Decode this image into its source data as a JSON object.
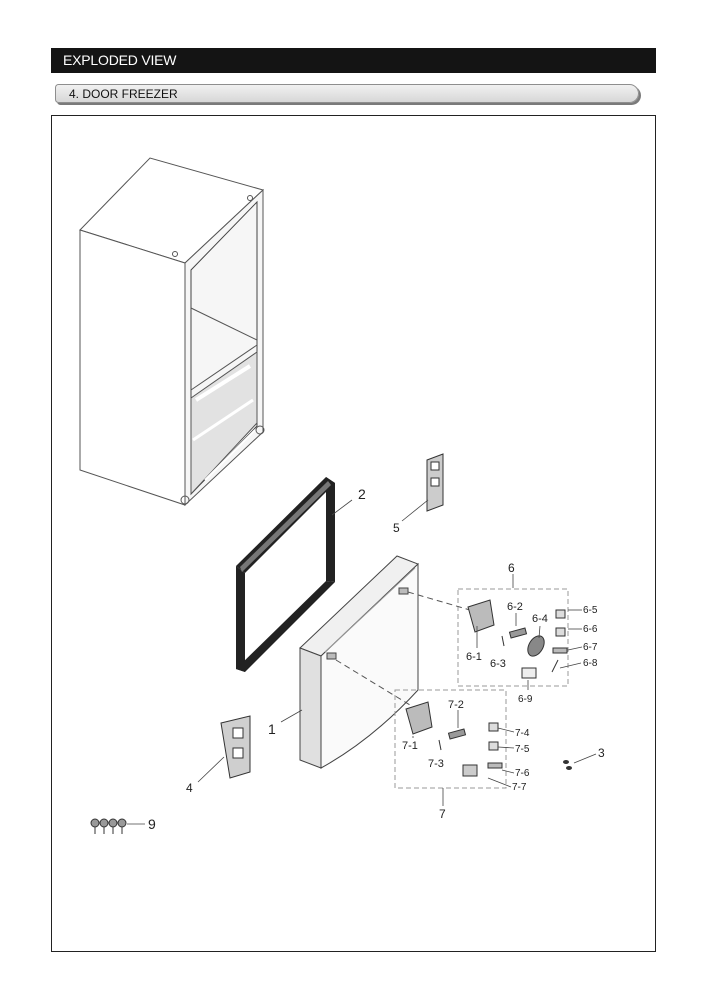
{
  "header": {
    "title": "EXPLODED VIEW"
  },
  "section": {
    "title": "4. DOOR FREEZER"
  },
  "parts": {
    "p1": "1",
    "p2": "2",
    "p3": "3",
    "p4": "4",
    "p5": "5",
    "p6": "6",
    "p6_1": "6-1",
    "p6_2": "6-2",
    "p6_3": "6-3",
    "p6_4": "6-4",
    "p6_5": "6-5",
    "p6_6": "6-6",
    "p6_7": "6-7",
    "p6_8": "6-8",
    "p6_9": "6-9",
    "p7": "7",
    "p7_1": "7-1",
    "p7_2": "7-2",
    "p7_3": "7-3",
    "p7_4": "7-4",
    "p7_5": "7-5",
    "p7_6": "7-6",
    "p7_7": "7-7",
    "p9": "9"
  }
}
